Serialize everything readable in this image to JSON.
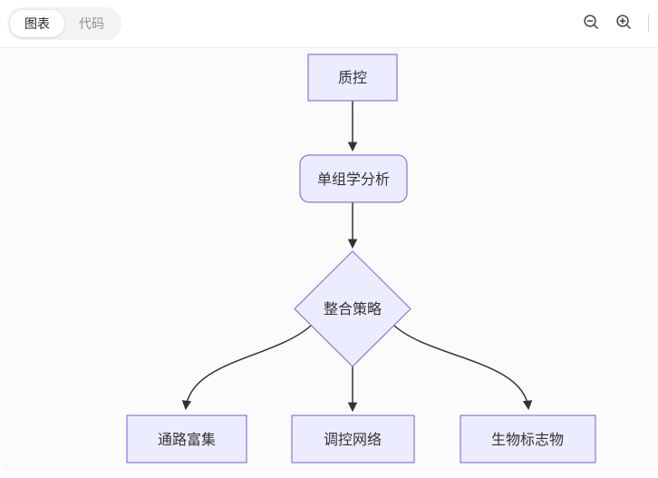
{
  "toolbar": {
    "tabs": [
      {
        "label": "图表",
        "active": true
      },
      {
        "label": "代码",
        "active": false
      }
    ]
  },
  "diagram": {
    "type": "flowchart",
    "direction": "top-down",
    "nodes": [
      {
        "id": "qc",
        "label": "质控",
        "shape": "rectangle"
      },
      {
        "id": "single",
        "label": "单组学分析",
        "shape": "rounded-rectangle"
      },
      {
        "id": "strategy",
        "label": "整合策略",
        "shape": "diamond"
      },
      {
        "id": "pathway",
        "label": "通路富集",
        "shape": "rectangle"
      },
      {
        "id": "network",
        "label": "调控网络",
        "shape": "rectangle"
      },
      {
        "id": "biomarker",
        "label": "生物标志物",
        "shape": "rectangle"
      }
    ],
    "edges": [
      {
        "from": "质控",
        "to": "单组学分析"
      },
      {
        "from": "单组学分析",
        "to": "整合策略"
      },
      {
        "from": "整合策略",
        "to": "通路富集"
      },
      {
        "from": "整合策略",
        "to": "调控网络"
      },
      {
        "from": "整合策略",
        "to": "生物标志物"
      }
    ]
  },
  "icons": {
    "zoom_out": "zoom-out-icon",
    "zoom_in": "zoom-in-icon"
  },
  "colors": {
    "node-fill": "#ECECFF",
    "node-border": "#9370DB",
    "edge": "#333333",
    "text": "#333333",
    "canvas-bg": "#fbfbfb"
  }
}
